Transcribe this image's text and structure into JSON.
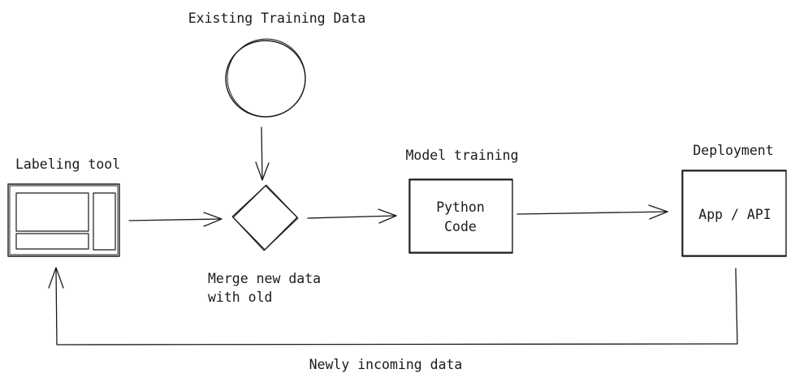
{
  "labels": {
    "existing_data": "Existing Training Data",
    "labeling_tool": "Labeling tool",
    "merge_line1": "Merge new data",
    "merge_line2": "with old",
    "model_training": "Model training",
    "python_line1": "Python",
    "python_line2": "Code",
    "deployment": "Deployment",
    "app_api": "App / API",
    "feedback": "Newly incoming data"
  },
  "colors": {
    "ink": "#1a1a1a",
    "background": "#ffffff"
  }
}
